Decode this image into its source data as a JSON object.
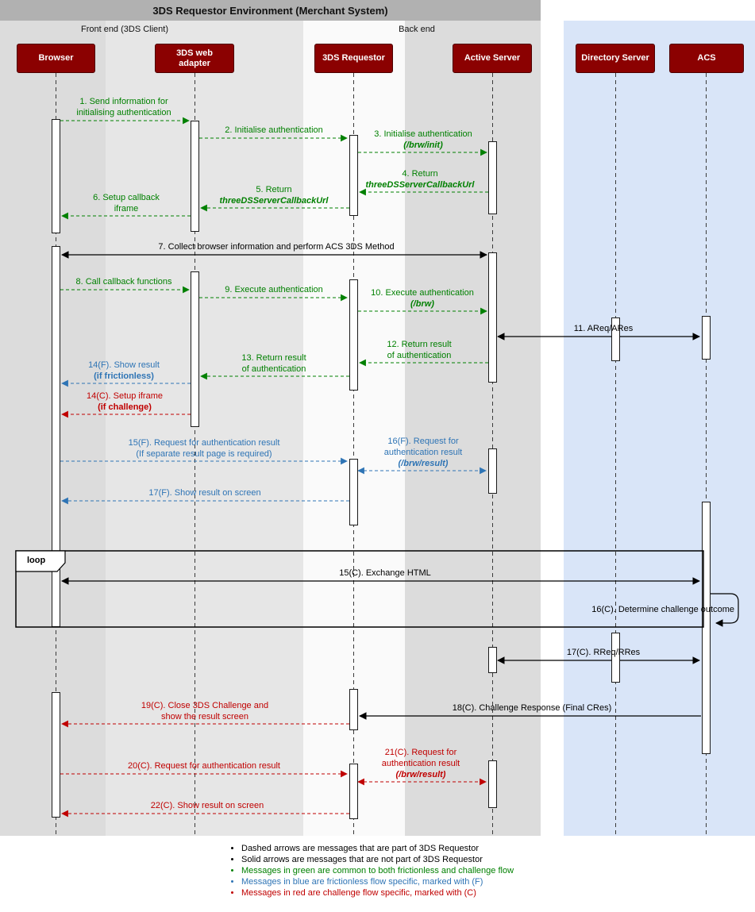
{
  "title": "3DS Requestor Environment (Merchant System)",
  "sections": {
    "front_end": "Front end (3DS Client)",
    "back_end": "Back end"
  },
  "participants": [
    {
      "label": "Browser"
    },
    {
      "label": "3DS web\nadapter"
    },
    {
      "label": "3DS Requestor"
    },
    {
      "label": "Active Server"
    },
    {
      "label": "Directory Server"
    },
    {
      "label": "ACS"
    }
  ],
  "loop": {
    "label": "loop"
  },
  "messages": {
    "m1": {
      "color": "green",
      "lines": [
        "1. Send information for",
        "initialising authentication"
      ]
    },
    "m2": {
      "color": "green",
      "lines": [
        "2. Initialise authentication"
      ]
    },
    "m3": {
      "color": "green",
      "lines": [
        "3. Initialise authentication",
        "(/brw/init)"
      ]
    },
    "m4": {
      "color": "green",
      "lines": [
        "4. Return",
        "threeDSServerCallbackUrl"
      ]
    },
    "m5": {
      "color": "green",
      "lines": [
        "5. Return",
        "threeDSServerCallbackUrl"
      ]
    },
    "m6": {
      "color": "green",
      "lines": [
        "6. Setup callback",
        "iframe"
      ]
    },
    "m7": {
      "color": "black",
      "lines": [
        "7. Collect browser information and perform ACS 3DS Method"
      ]
    },
    "m8": {
      "color": "green",
      "lines": [
        "8. Call callback functions"
      ]
    },
    "m9": {
      "color": "green",
      "lines": [
        "9. Execute authentication"
      ]
    },
    "m10": {
      "color": "green",
      "lines": [
        "10. Execute authentication",
        "(/brw)"
      ]
    },
    "m11": {
      "color": "black",
      "lines": [
        "11. AReq/ARes"
      ]
    },
    "m12": {
      "color": "green",
      "lines": [
        "12. Return result",
        "of authentication"
      ]
    },
    "m13": {
      "color": "green",
      "lines": [
        "13. Return result",
        "of authentication"
      ]
    },
    "m14f": {
      "color": "blue",
      "lines": [
        "14(F). Show result",
        "(if frictionless)"
      ]
    },
    "m14c": {
      "color": "red",
      "lines": [
        "14(C). Setup iframe",
        "(if challenge)"
      ]
    },
    "m15f": {
      "color": "blue",
      "lines": [
        "15(F). Request for authentication result",
        "(If separate result page is required)"
      ]
    },
    "m16f": {
      "color": "blue",
      "lines": [
        "16(F). Request for",
        "authentication result",
        "(/brw/result)"
      ]
    },
    "m17f": {
      "color": "blue",
      "lines": [
        "17(F). Show result on screen"
      ]
    },
    "m15c": {
      "color": "black",
      "lines": [
        "15(C). Exchange HTML"
      ]
    },
    "m16c": {
      "color": "black",
      "lines": [
        "16(C). Determine challenge outcome"
      ]
    },
    "m17c": {
      "color": "black",
      "lines": [
        "17(C). RReq/RRes"
      ]
    },
    "m18c": {
      "color": "black",
      "lines": [
        "18(C). Challenge Response (Final CRes)"
      ]
    },
    "m19c": {
      "color": "red",
      "lines": [
        "19(C). Close 3DS Challenge and",
        "show the result screen"
      ]
    },
    "m20c": {
      "color": "red",
      "lines": [
        "20(C). Request for authentication result"
      ]
    },
    "m21c": {
      "color": "red",
      "lines": [
        "21(C). Request for",
        "authentication result",
        "(/brw/result)"
      ]
    },
    "m22c": {
      "color": "red",
      "lines": [
        "22(C). Show result on screen"
      ]
    }
  },
  "legend": {
    "items": [
      {
        "text": "Dashed arrows are messages that are part of 3DS Requestor",
        "color": "black"
      },
      {
        "text": "Solid arrows are messages that are not part of 3DS Requestor",
        "color": "black"
      },
      {
        "text": "Messages in green are common to both frictionless and challenge flow",
        "color": "green"
      },
      {
        "text": "Messages in blue are frictionless flow specific, marked with (F)",
        "color": "blue"
      },
      {
        "text": "Messages in red are challenge flow specific, marked with (C)",
        "color": "red"
      }
    ]
  },
  "colors": {
    "green": "#008000",
    "blue": "#2e74b5",
    "red": "#c00000",
    "participant_fill": "#8b0101",
    "title_bar": "#b1b1b1",
    "backend_region": "#d9e5f8",
    "front_band": "#dcdcdc"
  }
}
